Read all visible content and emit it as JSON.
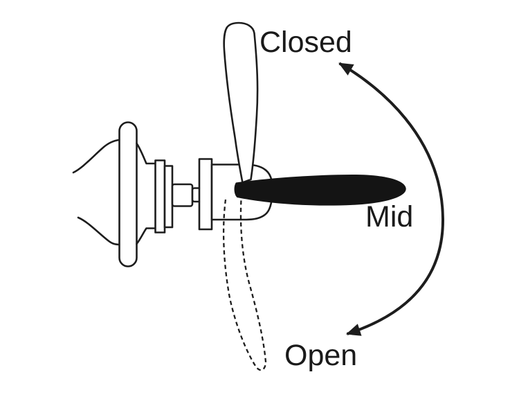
{
  "diagram": {
    "labels": {
      "closed": "Closed",
      "mid": "Mid",
      "open": "Open"
    },
    "colors": {
      "background": "#ffffff",
      "ink": "#1d1d1d",
      "mid_handle_fill": "#141414"
    }
  }
}
